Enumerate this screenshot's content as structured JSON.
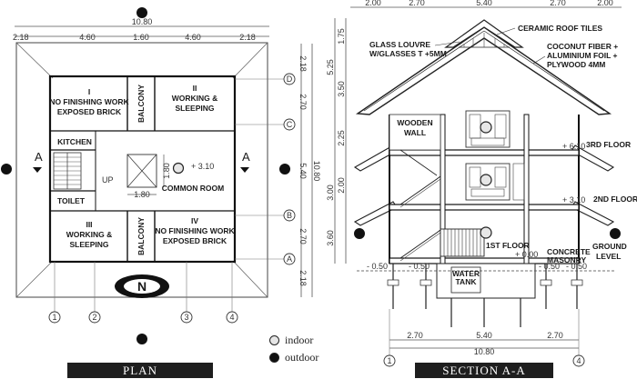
{
  "plan": {
    "caption": "PLAN",
    "overall_width": "10.80",
    "top_dims": [
      "2.18",
      "4.60",
      "1.60",
      "4.60",
      "2.18"
    ],
    "right_dims_outer": [
      "2.18",
      "2.70",
      "5.40",
      "2.70",
      "2.18"
    ],
    "right_overall": "10.80",
    "grid_rows": [
      "D",
      "C",
      "B",
      "A"
    ],
    "grid_cols": [
      "1",
      "2",
      "3",
      "4"
    ],
    "side_marks": [
      "A",
      "A"
    ],
    "level_mark": "+ 3.10",
    "stair_dim": "1.80",
    "stair_dim_v": "1.80",
    "up_label": "UP",
    "north": "N",
    "rooms": {
      "r1_num": "I",
      "r1_line1": "NO FINISHING WORK",
      "r1_line2": "EXPOSED BRICK",
      "balcony_top": "BALCONY",
      "r2_num": "II",
      "r2_line1": "WORKING &",
      "r2_line2": "SLEEPING",
      "kitchen": "KITCHEN",
      "common": "COMMON ROOM",
      "toilet": "TOILET",
      "r3_num": "III",
      "r3_line1": "WORKING &",
      "r3_line2": "SLEEPING",
      "balcony_bot": "BALCONY",
      "r4_num": "IV",
      "r4_line1": "NO FINISHING WORK",
      "r4_line2": "EXPOSED BRICK"
    }
  },
  "section": {
    "caption": "SECTION A-A",
    "top_dims": [
      "2.00",
      "2.70",
      "5.40",
      "2.70",
      "2.00"
    ],
    "left_dims": [
      "1.75",
      "5.25",
      "3.50",
      "2.25",
      "3.00",
      "2.00",
      "3.60"
    ],
    "bottom_dims": [
      "2.70",
      "5.40",
      "2.70"
    ],
    "bottom_overall": "10.80",
    "grid_cols": [
      "1",
      "4"
    ],
    "labels": {
      "roof": "CERAMIC ROOF TILES",
      "louvre1": "GLASS LOUVRE",
      "louvre2": "W/GLASSES T +5MM",
      "coco1": "COCONUT FIBER +",
      "coco2": "ALUMINIUM FOIL +",
      "coco3": "PLYWOOD 4MM",
      "wall1": "WOODEN",
      "wall2": "WALL",
      "floor3": "3RD FLOOR",
      "floor2": "2ND FLOOR",
      "floor1": "1ST FLOOR",
      "ground1": "GROUND",
      "ground2": "LEVEL",
      "concrete1": "CONCRETE",
      "concrete2": "MASONRY",
      "tank1": "WATER",
      "tank2": "TANK"
    },
    "levels": [
      "+ 6.10",
      "+ 3.10",
      "+ 0.00",
      "- 0.50",
      "- 0.50",
      "- 0.50",
      "- 0.50"
    ]
  },
  "legend": {
    "indoor": "indoor",
    "outdoor": "outdoor",
    "indoor_color": "#e6e6e6",
    "outdoor_color": "#111111"
  }
}
